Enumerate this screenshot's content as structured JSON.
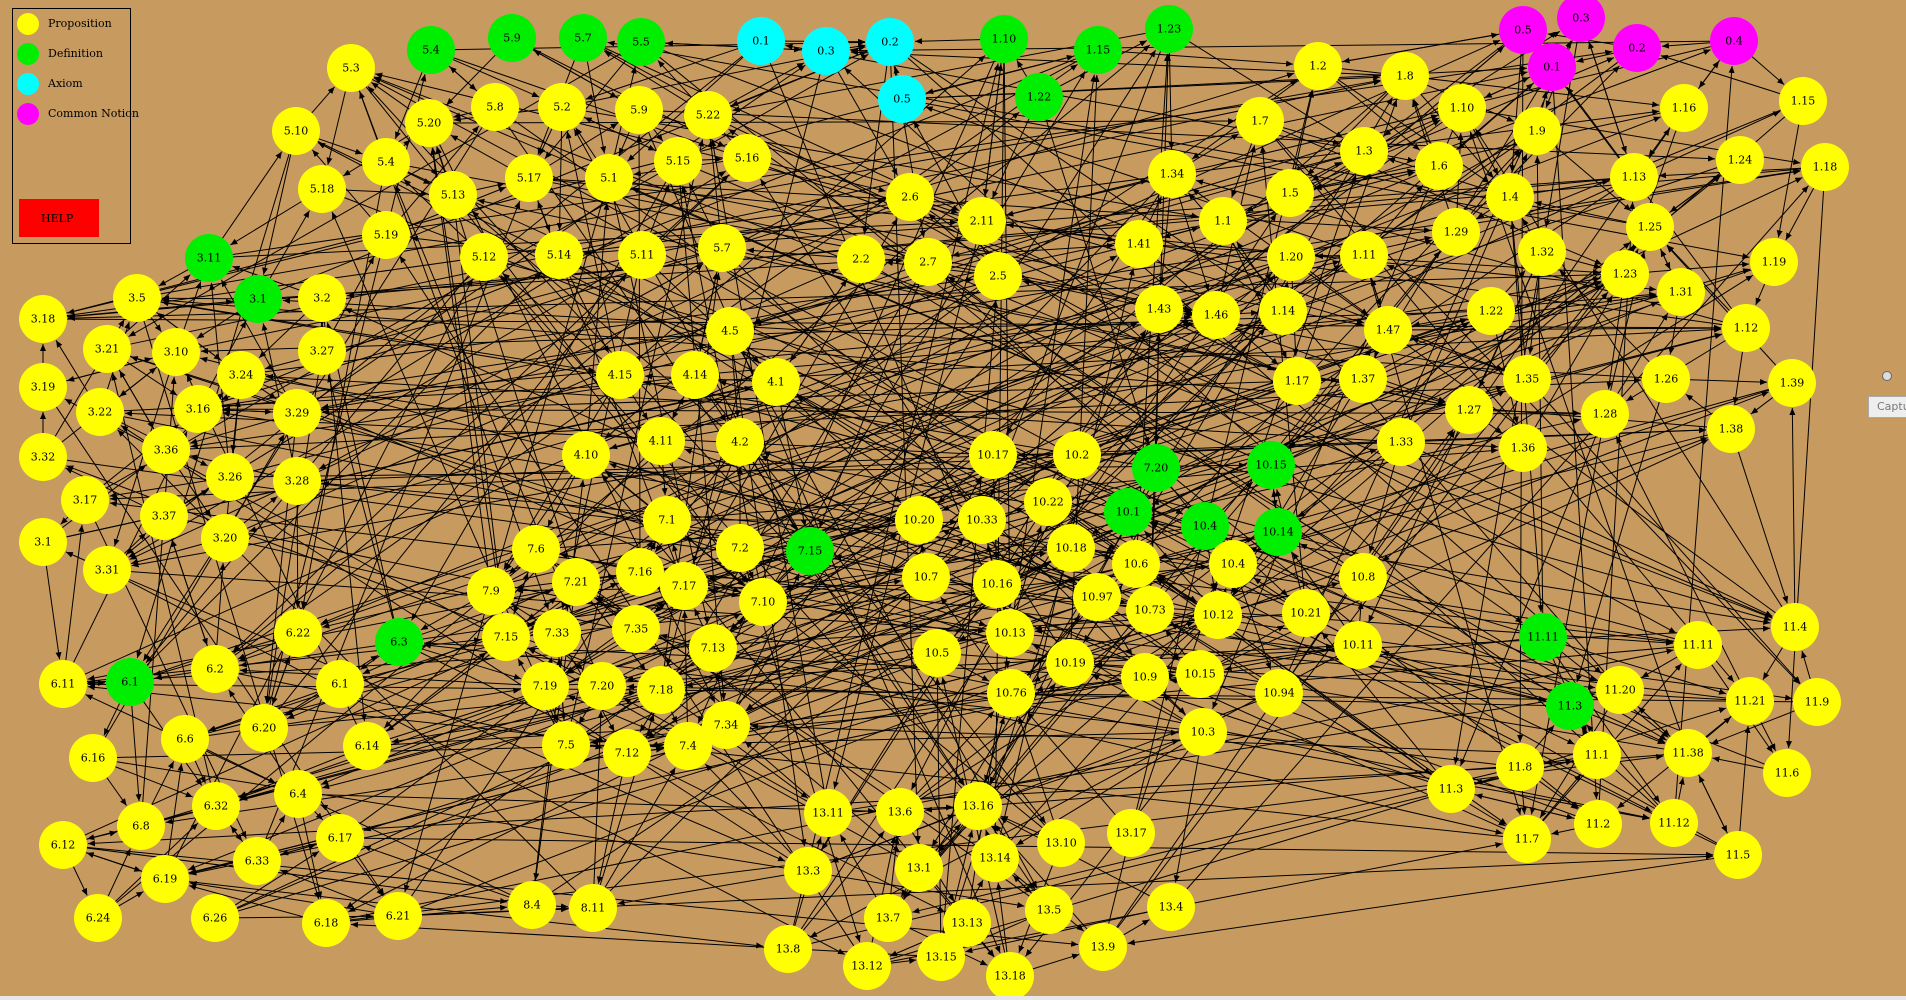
{
  "legend": {
    "items": [
      {
        "label": "Proposition",
        "color": "#ffff00"
      },
      {
        "label": "Definition",
        "color": "#00ee00"
      },
      {
        "label": "Axiom",
        "color": "#00ffff"
      },
      {
        "label": "Common Notion",
        "color": "#ff00ff"
      }
    ],
    "help_label": "HELP"
  },
  "capture_label": "Captu",
  "colors": {
    "proposition": "#ffff00",
    "definition": "#00ee00",
    "axiom": "#00ffff",
    "common_notion": "#ff00ff"
  },
  "nodes": [
    {
      "label": "5.3",
      "t": "P"
    },
    {
      "label": "5.4",
      "t": "D"
    },
    {
      "label": "5.9",
      "t": "D"
    },
    {
      "label": "5.7",
      "t": "D"
    },
    {
      "label": "5.5",
      "t": "D"
    },
    {
      "label": "5.10",
      "t": "P"
    },
    {
      "label": "5.20",
      "t": "P"
    },
    {
      "label": "5.8",
      "t": "P"
    },
    {
      "label": "5.2",
      "t": "P"
    },
    {
      "label": "5.9",
      "t": "P"
    },
    {
      "label": "5.22",
      "t": "P"
    },
    {
      "label": "5.4",
      "t": "P"
    },
    {
      "label": "5.16",
      "t": "P"
    },
    {
      "label": "5.15",
      "t": "P"
    },
    {
      "label": "5.1",
      "t": "P"
    },
    {
      "label": "5.17",
      "t": "P"
    },
    {
      "label": "5.13",
      "t": "P"
    },
    {
      "label": "5.18",
      "t": "P"
    },
    {
      "label": "5.19",
      "t": "P"
    },
    {
      "label": "5.12",
      "t": "P"
    },
    {
      "label": "5.14",
      "t": "P"
    },
    {
      "label": "5.11",
      "t": "P"
    },
    {
      "label": "5.7",
      "t": "P"
    },
    {
      "label": "0.1",
      "t": "A"
    },
    {
      "label": "0.3",
      "t": "A"
    },
    {
      "label": "0.2",
      "t": "A"
    },
    {
      "label": "0.5",
      "t": "A"
    },
    {
      "label": "1.10",
      "t": "D"
    },
    {
      "label": "1.15",
      "t": "D"
    },
    {
      "label": "1.23",
      "t": "D"
    },
    {
      "label": "1.22",
      "t": "D"
    },
    {
      "label": "0.5",
      "t": "C"
    },
    {
      "label": "0.3",
      "t": "C"
    },
    {
      "label": "0.1",
      "t": "C"
    },
    {
      "label": "0.2",
      "t": "C"
    },
    {
      "label": "0.4",
      "t": "C"
    },
    {
      "label": "1.2",
      "t": "P"
    },
    {
      "label": "1.8",
      "t": "P"
    },
    {
      "label": "1.7",
      "t": "P"
    },
    {
      "label": "1.10",
      "t": "P"
    },
    {
      "label": "1.9",
      "t": "P"
    },
    {
      "label": "1.16",
      "t": "P"
    },
    {
      "label": "1.15",
      "t": "P"
    },
    {
      "label": "1.3",
      "t": "P"
    },
    {
      "label": "1.6",
      "t": "P"
    },
    {
      "label": "1.34",
      "t": "P"
    },
    {
      "label": "1.13",
      "t": "P"
    },
    {
      "label": "1.24",
      "t": "P"
    },
    {
      "label": "1.18",
      "t": "P"
    },
    {
      "label": "1.5",
      "t": "P"
    },
    {
      "label": "1.4",
      "t": "P"
    },
    {
      "label": "1.1",
      "t": "P"
    },
    {
      "label": "1.29",
      "t": "P"
    },
    {
      "label": "1.25",
      "t": "P"
    },
    {
      "label": "1.41",
      "t": "P"
    },
    {
      "label": "1.20",
      "t": "P"
    },
    {
      "label": "1.11",
      "t": "P"
    },
    {
      "label": "1.32",
      "t": "P"
    },
    {
      "label": "1.19",
      "t": "P"
    },
    {
      "label": "1.23",
      "t": "P"
    },
    {
      "label": "1.31",
      "t": "P"
    },
    {
      "label": "1.43",
      "t": "P"
    },
    {
      "label": "1.46",
      "t": "P"
    },
    {
      "label": "1.14",
      "t": "P"
    },
    {
      "label": "1.47",
      "t": "P"
    },
    {
      "label": "1.22",
      "t": "P"
    },
    {
      "label": "1.12",
      "t": "P"
    },
    {
      "label": "1.17",
      "t": "P"
    },
    {
      "label": "1.37",
      "t": "P"
    },
    {
      "label": "1.35",
      "t": "P"
    },
    {
      "label": "1.26",
      "t": "P"
    },
    {
      "label": "1.39",
      "t": "P"
    },
    {
      "label": "1.27",
      "t": "P"
    },
    {
      "label": "1.28",
      "t": "P"
    },
    {
      "label": "1.38",
      "t": "P"
    },
    {
      "label": "1.33",
      "t": "P"
    },
    {
      "label": "1.36",
      "t": "P"
    },
    {
      "label": "2.6",
      "t": "P"
    },
    {
      "label": "2.11",
      "t": "P"
    },
    {
      "label": "2.2",
      "t": "P"
    },
    {
      "label": "2.7",
      "t": "P"
    },
    {
      "label": "2.5",
      "t": "P"
    },
    {
      "label": "3.11",
      "t": "D"
    },
    {
      "label": "3.1",
      "t": "D"
    },
    {
      "label": "3.2",
      "t": "P"
    },
    {
      "label": "3.5",
      "t": "P"
    },
    {
      "label": "3.18",
      "t": "P"
    },
    {
      "label": "3.21",
      "t": "P"
    },
    {
      "label": "3.10",
      "t": "P"
    },
    {
      "label": "3.27",
      "t": "P"
    },
    {
      "label": "3.24",
      "t": "P"
    },
    {
      "label": "3.19",
      "t": "P"
    },
    {
      "label": "3.22",
      "t": "P"
    },
    {
      "label": "3.16",
      "t": "P"
    },
    {
      "label": "3.29",
      "t": "P"
    },
    {
      "label": "3.32",
      "t": "P"
    },
    {
      "label": "3.36",
      "t": "P"
    },
    {
      "label": "3.26",
      "t": "P"
    },
    {
      "label": "3.28",
      "t": "P"
    },
    {
      "label": "3.17",
      "t": "P"
    },
    {
      "label": "3.37",
      "t": "P"
    },
    {
      "label": "3.1",
      "t": "P"
    },
    {
      "label": "3.20",
      "t": "P"
    },
    {
      "label": "3.31",
      "t": "P"
    },
    {
      "label": "4.5",
      "t": "P"
    },
    {
      "label": "4.15",
      "t": "P"
    },
    {
      "label": "4.14",
      "t": "P"
    },
    {
      "label": "4.1",
      "t": "P"
    },
    {
      "label": "4.10",
      "t": "P"
    },
    {
      "label": "4.11",
      "t": "P"
    },
    {
      "label": "4.2",
      "t": "P"
    },
    {
      "label": "7.1",
      "t": "P"
    },
    {
      "label": "7.6",
      "t": "P"
    },
    {
      "label": "7.2",
      "t": "P"
    },
    {
      "label": "7.15",
      "t": "D"
    },
    {
      "label": "7.16",
      "t": "P"
    },
    {
      "label": "7.21",
      "t": "P"
    },
    {
      "label": "7.17",
      "t": "P"
    },
    {
      "label": "7.9",
      "t": "P"
    },
    {
      "label": "7.10",
      "t": "P"
    },
    {
      "label": "7.33",
      "t": "P"
    },
    {
      "label": "7.35",
      "t": "P"
    },
    {
      "label": "7.15",
      "t": "P"
    },
    {
      "label": "7.13",
      "t": "P"
    },
    {
      "label": "7.19",
      "t": "P"
    },
    {
      "label": "7.20",
      "t": "P"
    },
    {
      "label": "7.18",
      "t": "P"
    },
    {
      "label": "7.34",
      "t": "P"
    },
    {
      "label": "7.5",
      "t": "P"
    },
    {
      "label": "7.12",
      "t": "P"
    },
    {
      "label": "7.4",
      "t": "P"
    },
    {
      "label": "7.20",
      "t": "D"
    },
    {
      "label": "6.22",
      "t": "P"
    },
    {
      "label": "6.3",
      "t": "D"
    },
    {
      "label": "6.11",
      "t": "P"
    },
    {
      "label": "6.1",
      "t": "D"
    },
    {
      "label": "6.2",
      "t": "P"
    },
    {
      "label": "6.1",
      "t": "P"
    },
    {
      "label": "6.16",
      "t": "P"
    },
    {
      "label": "6.6",
      "t": "P"
    },
    {
      "label": "6.20",
      "t": "P"
    },
    {
      "label": "6.14",
      "t": "P"
    },
    {
      "label": "6.32",
      "t": "P"
    },
    {
      "label": "6.4",
      "t": "P"
    },
    {
      "label": "6.12",
      "t": "P"
    },
    {
      "label": "6.8",
      "t": "P"
    },
    {
      "label": "6.17",
      "t": "P"
    },
    {
      "label": "6.33",
      "t": "P"
    },
    {
      "label": "6.19",
      "t": "P"
    },
    {
      "label": "6.24",
      "t": "P"
    },
    {
      "label": "6.26",
      "t": "P"
    },
    {
      "label": "6.18",
      "t": "P"
    },
    {
      "label": "6.21",
      "t": "P"
    },
    {
      "label": "8.4",
      "t": "P"
    },
    {
      "label": "8.11",
      "t": "P"
    },
    {
      "label": "10.17",
      "t": "P"
    },
    {
      "label": "10.2",
      "t": "P"
    },
    {
      "label": "10.15",
      "t": "D"
    },
    {
      "label": "10.20",
      "t": "P"
    },
    {
      "label": "10.33",
      "t": "P"
    },
    {
      "label": "10.22",
      "t": "P"
    },
    {
      "label": "10.1",
      "t": "D"
    },
    {
      "label": "10.4",
      "t": "D"
    },
    {
      "label": "10.14",
      "t": "D"
    },
    {
      "label": "10.18",
      "t": "P"
    },
    {
      "label": "10.6",
      "t": "P"
    },
    {
      "label": "10.4",
      "t": "P"
    },
    {
      "label": "10.7",
      "t": "P"
    },
    {
      "label": "10.16",
      "t": "P"
    },
    {
      "label": "10.97",
      "t": "P"
    },
    {
      "label": "10.73",
      "t": "P"
    },
    {
      "label": "10.12",
      "t": "P"
    },
    {
      "label": "10.8",
      "t": "P"
    },
    {
      "label": "10.21",
      "t": "P"
    },
    {
      "label": "10.13",
      "t": "P"
    },
    {
      "label": "10.11",
      "t": "P"
    },
    {
      "label": "10.5",
      "t": "P"
    },
    {
      "label": "10.19",
      "t": "P"
    },
    {
      "label": "10.9",
      "t": "P"
    },
    {
      "label": "10.15",
      "t": "P"
    },
    {
      "label": "10.76",
      "t": "P"
    },
    {
      "label": "10.94",
      "t": "P"
    },
    {
      "label": "10.3",
      "t": "P"
    },
    {
      "label": "11.11",
      "t": "D"
    },
    {
      "label": "11.4",
      "t": "P"
    },
    {
      "label": "11.11",
      "t": "P"
    },
    {
      "label": "11.20",
      "t": "P"
    },
    {
      "label": "11.3",
      "t": "D"
    },
    {
      "label": "11.21",
      "t": "P"
    },
    {
      "label": "11.9",
      "t": "P"
    },
    {
      "label": "11.1",
      "t": "P"
    },
    {
      "label": "11.8",
      "t": "P"
    },
    {
      "label": "11.38",
      "t": "P"
    },
    {
      "label": "11.6",
      "t": "P"
    },
    {
      "label": "11.3",
      "t": "P"
    },
    {
      "label": "11.2",
      "t": "P"
    },
    {
      "label": "11.12",
      "t": "P"
    },
    {
      "label": "11.7",
      "t": "P"
    },
    {
      "label": "11.5",
      "t": "P"
    },
    {
      "label": "13.11",
      "t": "P"
    },
    {
      "label": "13.6",
      "t": "P"
    },
    {
      "label": "13.16",
      "t": "P"
    },
    {
      "label": "13.10",
      "t": "P"
    },
    {
      "label": "13.17",
      "t": "P"
    },
    {
      "label": "13.3",
      "t": "P"
    },
    {
      "label": "13.1",
      "t": "P"
    },
    {
      "label": "13.14",
      "t": "P"
    },
    {
      "label": "13.4",
      "t": "P"
    },
    {
      "label": "13.7",
      "t": "P"
    },
    {
      "label": "13.13",
      "t": "P"
    },
    {
      "label": "13.5",
      "t": "P"
    },
    {
      "label": "13.8",
      "t": "P"
    },
    {
      "label": "13.12",
      "t": "P"
    },
    {
      "label": "13.15",
      "t": "P"
    },
    {
      "label": "13.9",
      "t": "P"
    },
    {
      "label": "13.18",
      "t": "P"
    }
  ]
}
